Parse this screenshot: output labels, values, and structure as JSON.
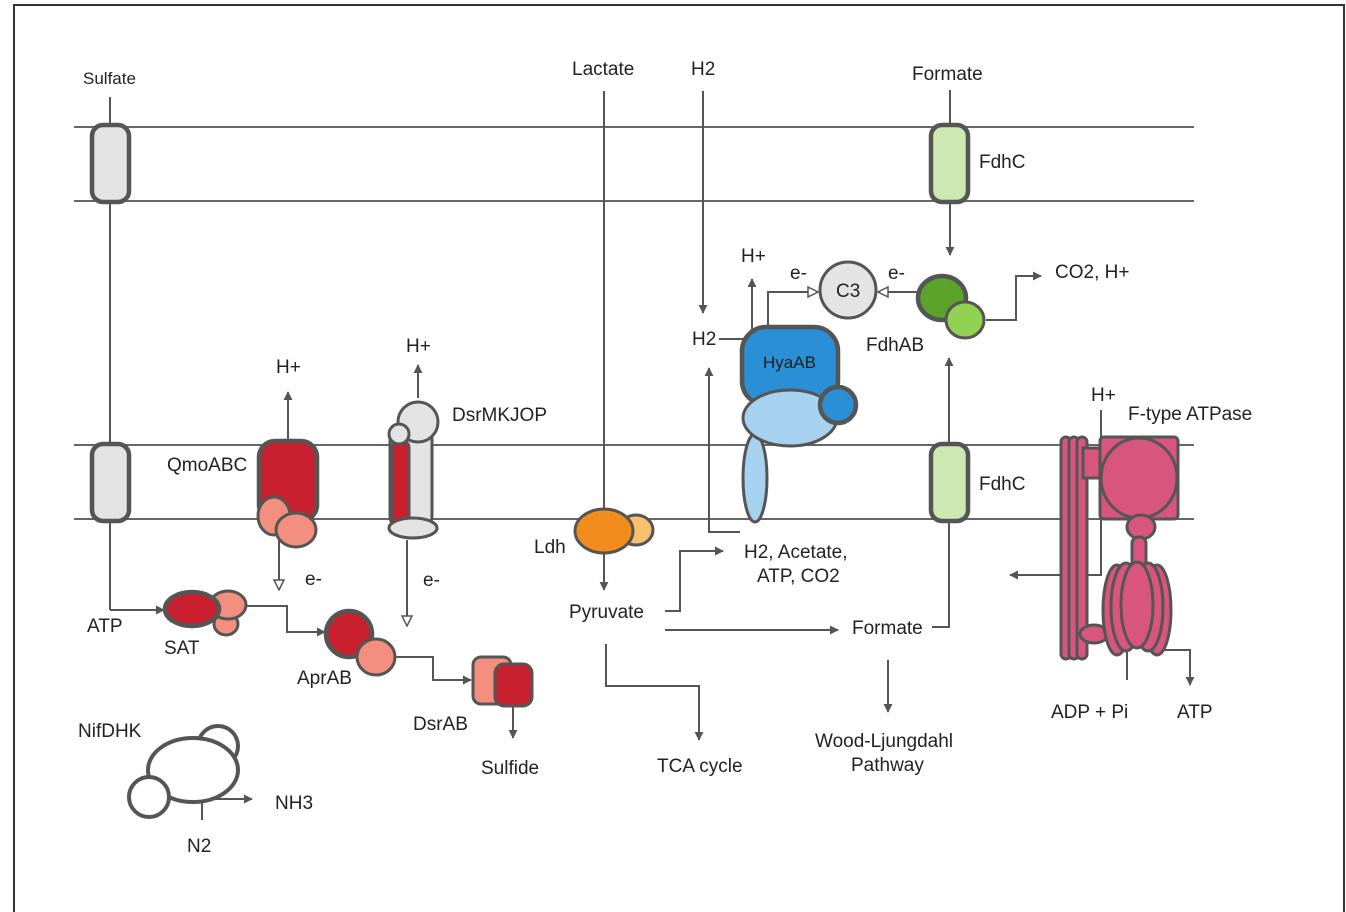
{
  "colors": {
    "transporter_gray": "#e3e3e3",
    "fdhc_green": "#cde9b3",
    "dark_red": "#c8202e",
    "salmon": "#f28f7e",
    "orange": "#f28c1c",
    "light_orange": "#f8c06f",
    "blue": "#2b8fd6",
    "light_blue": "#a6d1ef",
    "dark_green": "#5ba32a",
    "light_green": "#91d252",
    "pink": "#d8557f",
    "c3_gray": "#e4e4e4"
  },
  "labels": {
    "sulfate": "Sulfate",
    "lactate": "Lactate",
    "h2_top": "H2",
    "formate_top": "Formate",
    "fdhc_outer": "FdhC",
    "fdhc_inner": "FdhC",
    "h_plus_hyaab": "H+",
    "e_minus_hyaab": "e-",
    "c3": "C3",
    "e_minus_fdhab": "e-",
    "co2_h": "CO2, H+",
    "h2_mid": "H2",
    "hyaab": "HyaAB",
    "fdhab": "FdhAB",
    "h_plus_qmo": "H+",
    "h_plus_dsrmkjop": "H+",
    "dsrmkjop": "DsrMKJOP",
    "h_plus_atpase": "H+",
    "ftype_atpase": "F-type ATPase",
    "qmoabc": "QmoABC",
    "ldh": "Ldh",
    "h2_acetate_line1": "H2, Acetate,",
    "h2_acetate_line2": "ATP, CO2",
    "e_minus_qmo": "e-",
    "e_minus_dsr": "e-",
    "pyruvate": "Pyruvate",
    "formate_mid": "Formate",
    "atp_left": "ATP",
    "sat": "SAT",
    "aprab": "AprAB",
    "dsrab": "DsrAB",
    "sulfide": "Sulfide",
    "tca": "TCA cycle",
    "wood_line1": "Wood-Ljungdahl",
    "wood_line2": "Pathway",
    "adp_pi": "ADP + Pi",
    "atp_right": "ATP",
    "nifdhk": "NifDHK",
    "nh3": "NH3",
    "n2": "N2"
  }
}
